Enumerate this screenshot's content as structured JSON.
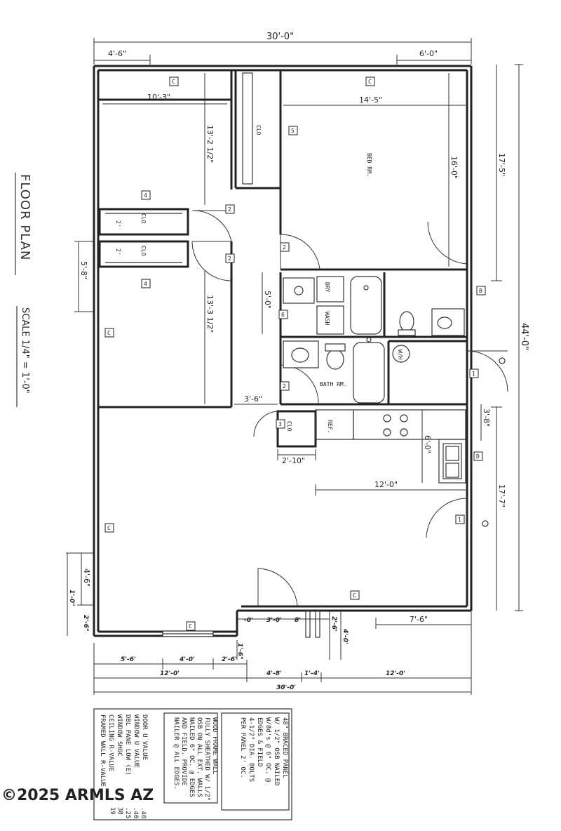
{
  "title": "FLOOR PLAN",
  "scale": "SCALE 1/4\" = 1'-0\"",
  "watermark": "©2025 ARMLS AZ",
  "dimensions": {
    "overall_top": "30'-0\"",
    "top_left": "4'-6\"",
    "top_right": "6'-0\"",
    "bedroom_left_width": "10'-3\"",
    "bedroom_left_depth": "13'-2 1/2\"",
    "bedroom_right_width": "14'-5\"",
    "bedroom_right_depth": "16'-0\"",
    "right_upper": "17'-5\"",
    "overall_right": "44'-0\"",
    "window_left": "5'-8\"",
    "room_left_lower_depth": "13'-3 1/2\"",
    "hall_depth": "5'-0\"",
    "hall_width": "3'-6\"",
    "closet_width": "2'-10\"",
    "kitchen_depth": "6'-0\"",
    "kitchen_width": "12'-0\"",
    "entry_depth": "3'-8\"",
    "right_lower": "17'-7\"",
    "left_porch": "4'-6\"",
    "porch_offset": "7'-6\"",
    "left_bottom_depth": "1'-0\"",
    "left_bottom_step": "2'-6\"",
    "bottom_seg1": "5'-6'",
    "bottom_seg2": "4'-0'",
    "bottom_seg3": "2'-6'",
    "bottom_step": "1'-6\"",
    "bottom_12a": "12'-0'",
    "bottom_48": "4'-8'",
    "bottom_14": "1'-4'",
    "bottom_12b": "12'-0'",
    "bottom_total": "30'-0'",
    "entry_seg_a": "-0'",
    "entry_seg_b": "3'-0'",
    "entry_seg_c": "8'",
    "entry_seg_d": "2'-6'",
    "entry_seg_e": "4'-0'"
  },
  "labels": {
    "clo_upper": "CLO",
    "clo_a": "CLO",
    "clo_b": "CLO",
    "clo_hall": "CLO",
    "two_a": "2'",
    "two_b": "2'",
    "bed_rm": "BED RM.",
    "dry": "DRY",
    "wash": "WASH",
    "bath_rm": "BATH RM.",
    "ref": "REF.",
    "wh": "W/H"
  },
  "tags": [
    "C",
    "C",
    "5",
    "4",
    "4",
    "2",
    "2",
    "2",
    "2",
    "6",
    "C",
    "B",
    "1",
    "3",
    "D",
    "1",
    "C",
    "C",
    "C"
  ],
  "notes": {
    "panel_title": "48\" BRACED PANEL",
    "panel_lines": [
      "W/ 1/2\" OSB NAILED",
      "W/8d's @ 6\" OC. @",
      "EDGES & FIELD",
      "4-1/2\" DIA. BOLTS",
      "PER PANEL 2' OC."
    ],
    "frame_lines": [
      "WOOD FRAME WALL",
      "FULLY SHEATHED W/ 1/2\"",
      "OSB ON ALL EXT. WALLS",
      "NAILED 6\" OC. @ EDGES",
      "AND FIELD. PROVIDE",
      "NAILER @ ALL EDGES."
    ],
    "uvalue_lines": [
      "DOOR  U VALUE",
      "WINDOW  U VALUE",
      "DBL PANE LOW (E)",
      "WINDOW SHGC",
      "CEILING  R-VALUE",
      "FRAMED WALL  R-VALUE"
    ],
    "uvalue_numbers": [
      ".40",
      ".40",
      ".25",
      "38",
      "19"
    ]
  }
}
